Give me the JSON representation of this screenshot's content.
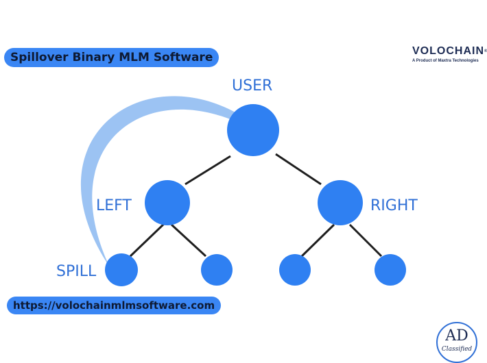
{
  "title": "Spillover Binary MLM Software",
  "url": "https://volochainmlmsoftware.com",
  "logo": {
    "name": "VOLOCHAIN",
    "registered": "®",
    "tagline": "A Product of Maxtra Technologies"
  },
  "badge": {
    "main": "AD",
    "sub": "Classified"
  },
  "diagram": {
    "labels": {
      "user": "USER",
      "left": "LEFT",
      "right": "RIGHT",
      "spill": "SPILL"
    }
  },
  "colors": {
    "node": "#2f80f2",
    "edge": "#1f1f1f",
    "arc": "#9cc3f3",
    "label": "#2f6fd6",
    "pill": "#3a86f4"
  }
}
